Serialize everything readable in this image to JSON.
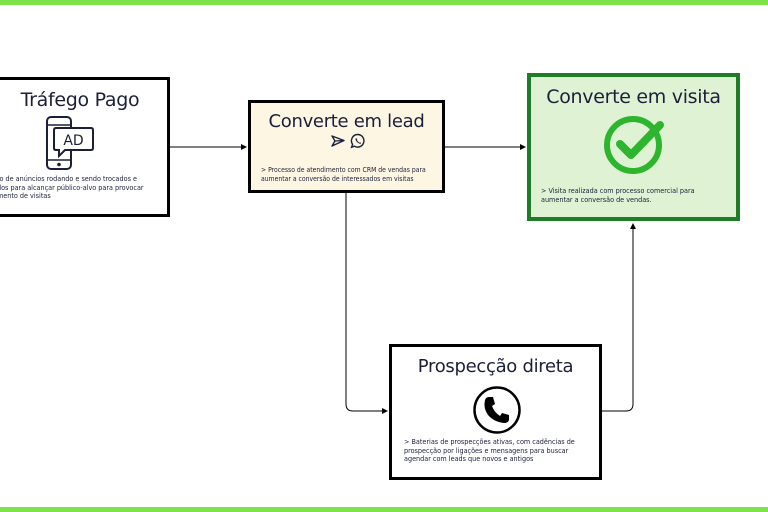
{
  "diagram": {
    "nodes": [
      {
        "id": "trafego",
        "title": "Tráfego Pago",
        "icon": "ad-phone-icon",
        "lines": [
          "to de anúncios rodando e sendo trocados e",
          "dos para alcançar público-alvo para provocar",
          "mento de visitas"
        ]
      },
      {
        "id": "lead",
        "title": "Converte em lead",
        "icons": [
          "send-icon",
          "whatsapp-icon"
        ],
        "lines": [
          "> Processo de atendimento com CRM de vendas para",
          "aumentar a conversão de interessados em visitas"
        ]
      },
      {
        "id": "visita",
        "title": "Converte em visita",
        "icon": "check-circle-icon",
        "lines": [
          "> Visita realizada com processo comercial para",
          "aumentar a conversão de vendas."
        ]
      },
      {
        "id": "prospeccao",
        "title": "Prospecção direta",
        "icon": "phone-icon",
        "lines": [
          "> Baterias de prospecções ativas, com cadências de",
          "prospecção por ligações e mensagens para buscar",
          "agendar com leads que novos e antigos"
        ]
      }
    ],
    "edges": [
      {
        "from": "trafego",
        "to": "lead"
      },
      {
        "from": "lead",
        "to": "visita"
      },
      {
        "from": "lead",
        "to": "prospeccao"
      },
      {
        "from": "prospeccao",
        "to": "visita"
      }
    ],
    "colors": {
      "band": "#7ee34a",
      "visita_border": "#1e7d26",
      "visita_fill": "#dff2d4",
      "check": "#2db52d",
      "lead_fill": "#fdf6e3",
      "text": "#1c1f3a"
    }
  }
}
